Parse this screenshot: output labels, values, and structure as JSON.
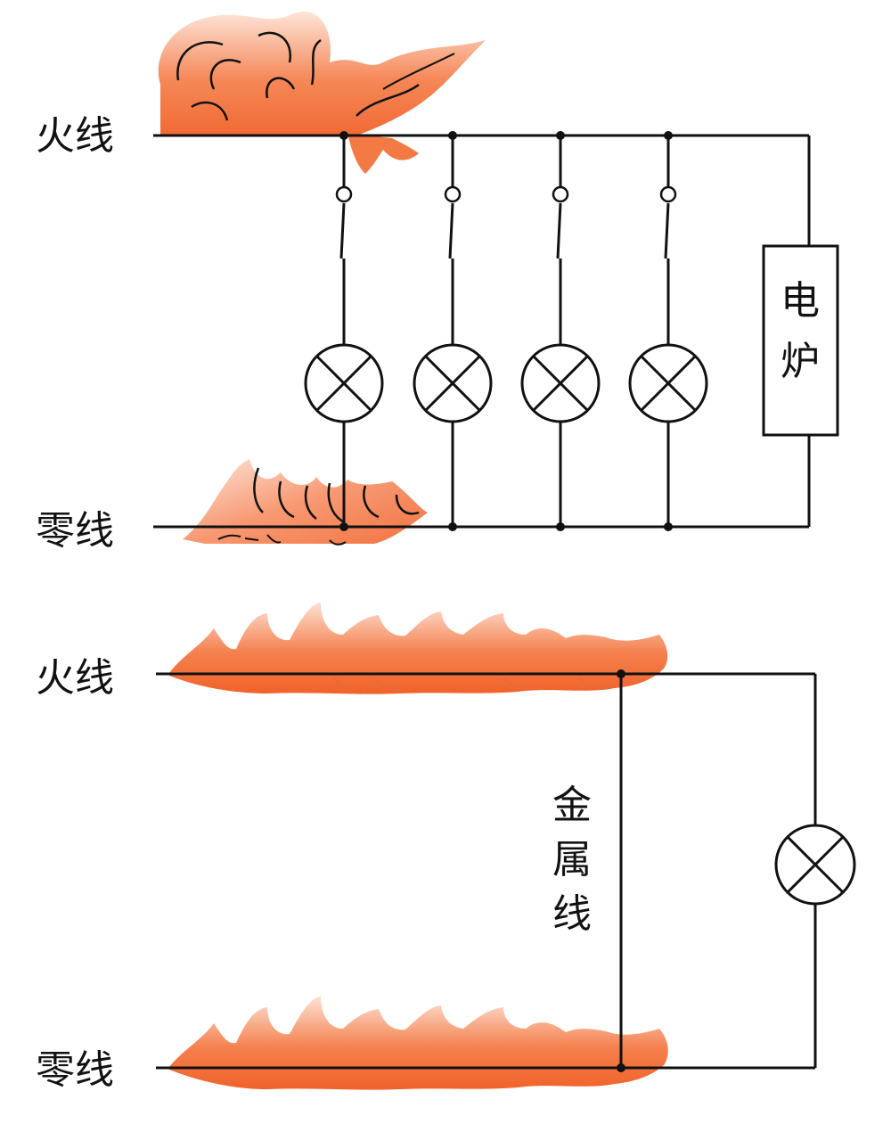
{
  "top_circuit": {
    "live_label": "火线",
    "neutral_label": "零线",
    "stove_label": [
      "电",
      "炉"
    ],
    "lamp_count": 4
  },
  "bottom_circuit": {
    "live_label": "火线",
    "neutral_label": "零线",
    "metal_wire_label": [
      "金",
      "属",
      "线"
    ]
  },
  "colors": {
    "wire": "#111111",
    "flame_dark": "#f05a1e",
    "flame_light": "#fbd6c4"
  }
}
